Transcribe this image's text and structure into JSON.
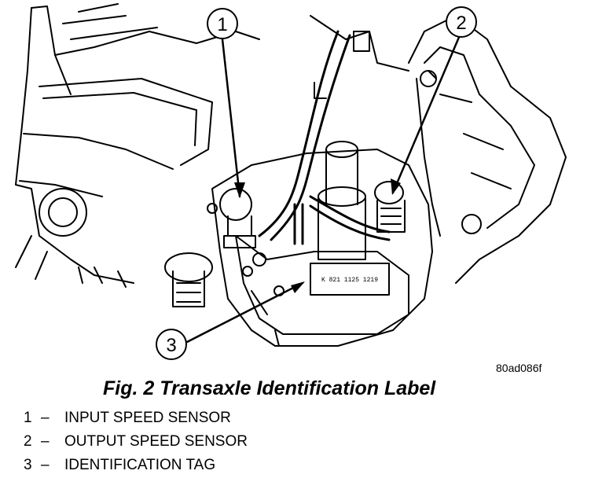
{
  "callouts": [
    {
      "number": "1"
    },
    {
      "number": "2"
    },
    {
      "number": "3"
    }
  ],
  "tag_text": "K 821 1125 1219",
  "image_code": "80ad086f",
  "caption": "Fig. 2 Transaxle Identification Label",
  "legend": [
    {
      "number": "1",
      "dash": "–",
      "label": "INPUT SPEED SENSOR"
    },
    {
      "number": "2",
      "dash": "–",
      "label": "OUTPUT SPEED SENSOR"
    },
    {
      "number": "3",
      "dash": "–",
      "label": "IDENTIFICATION TAG"
    }
  ]
}
